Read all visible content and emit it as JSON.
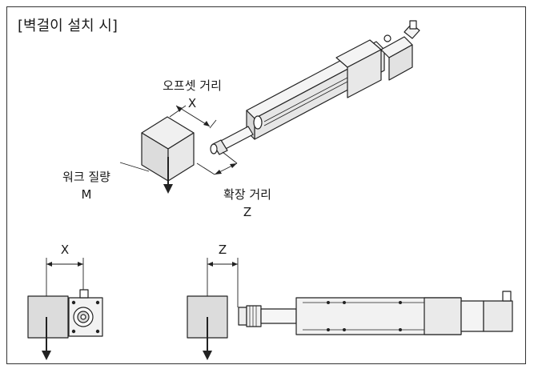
{
  "title": "[벽걸이 설치 시]",
  "labels": {
    "offset_distance": "오프셋 거리",
    "offset_symbol": "X",
    "work_mass": "워크 질량",
    "work_mass_symbol": "M",
    "extension_distance": "확장 거리",
    "extension_symbol": "Z",
    "bottom_x": "X",
    "bottom_z": "Z"
  }
}
